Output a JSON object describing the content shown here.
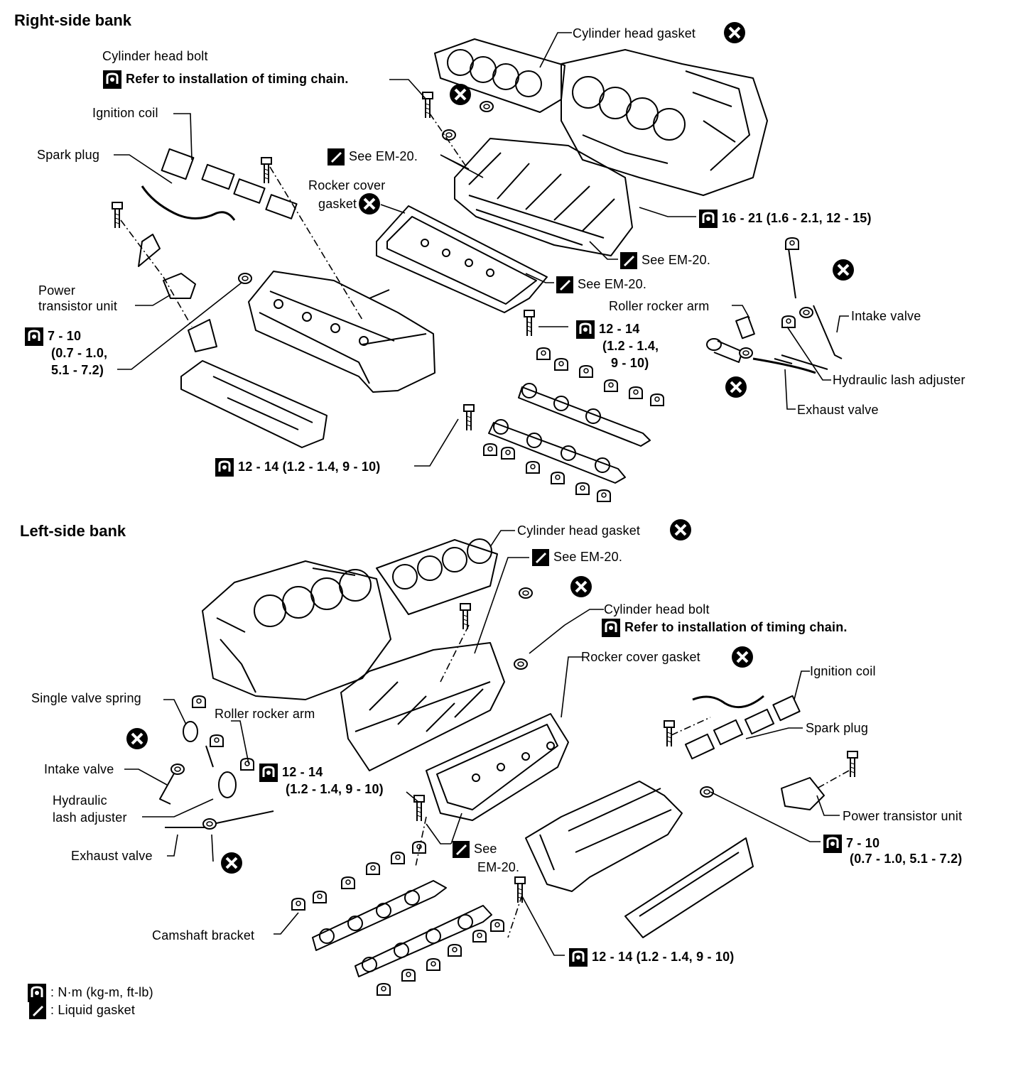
{
  "sections": {
    "right": "Right-side bank",
    "left": "Left-side bank"
  },
  "right": {
    "cyl_head_gasket": "Cylinder head gasket",
    "cyl_head_bolt": "Cylinder head bolt",
    "refer_timing": "Refer to installation of timing chain.",
    "ignition_coil": "Ignition coil",
    "spark_plug": "Spark plug",
    "see_em20_a": "See EM-20.",
    "rocker_gasket_1": "Rocker cover",
    "rocker_gasket_2": "gasket",
    "torque_16": "16 - 21 (1.6 - 2.1, 12 - 15)",
    "see_em20_b": "See EM-20.",
    "see_em20_c": "See EM-20.",
    "power_transistor_1": "Power",
    "power_transistor_2": "transistor unit",
    "torque_7_1": "7 - 10",
    "torque_7_2": "(0.7 - 1.0,",
    "torque_7_3": "5.1 - 7.2)",
    "roller_rocker": "Roller rocker arm",
    "torque_12a_1": "12 - 14",
    "torque_12a_2": "(1.2 - 1.4,",
    "torque_12a_3": "9 - 10)",
    "intake_valve": "Intake valve",
    "hydraulic_lash": "Hydraulic lash adjuster",
    "exhaust_valve": "Exhaust valve",
    "torque_12b": "12 - 14 (1.2 - 1.4, 9 - 10)"
  },
  "left": {
    "cyl_head_gasket": "Cylinder head gasket",
    "see_em20_a": "See EM-20.",
    "cyl_head_bolt": "Cylinder head bolt",
    "refer_timing": "Refer to installation of timing chain.",
    "rocker_gasket": "Rocker cover gasket",
    "ignition_coil": "Ignition coil",
    "single_spring": "Single valve spring",
    "roller_rocker": "Roller rocker arm",
    "spark_plug": "Spark plug",
    "torque_12a_1": "12 - 14",
    "torque_12a_2": "(1.2 - 1.4, 9 - 10)",
    "intake_valve": "Intake valve",
    "hydraulic_1": "Hydraulic",
    "hydraulic_2": "lash adjuster",
    "power_transistor": "Power transistor unit",
    "torque_7_1": "7 - 10",
    "torque_7_2": "(0.7 - 1.0, 5.1 - 7.2)",
    "exhaust_valve": "Exhaust valve",
    "see_em20_b1": "See",
    "see_em20_b2": "EM-20.",
    "camshaft_bracket": "Camshaft bracket",
    "torque_12b": "12 - 14 (1.2 - 1.4, 9 - 10)"
  },
  "legend": {
    "torque_unit": ": N·m (kg-m, ft-lb)",
    "liquid_gasket": ": Liquid gasket"
  }
}
